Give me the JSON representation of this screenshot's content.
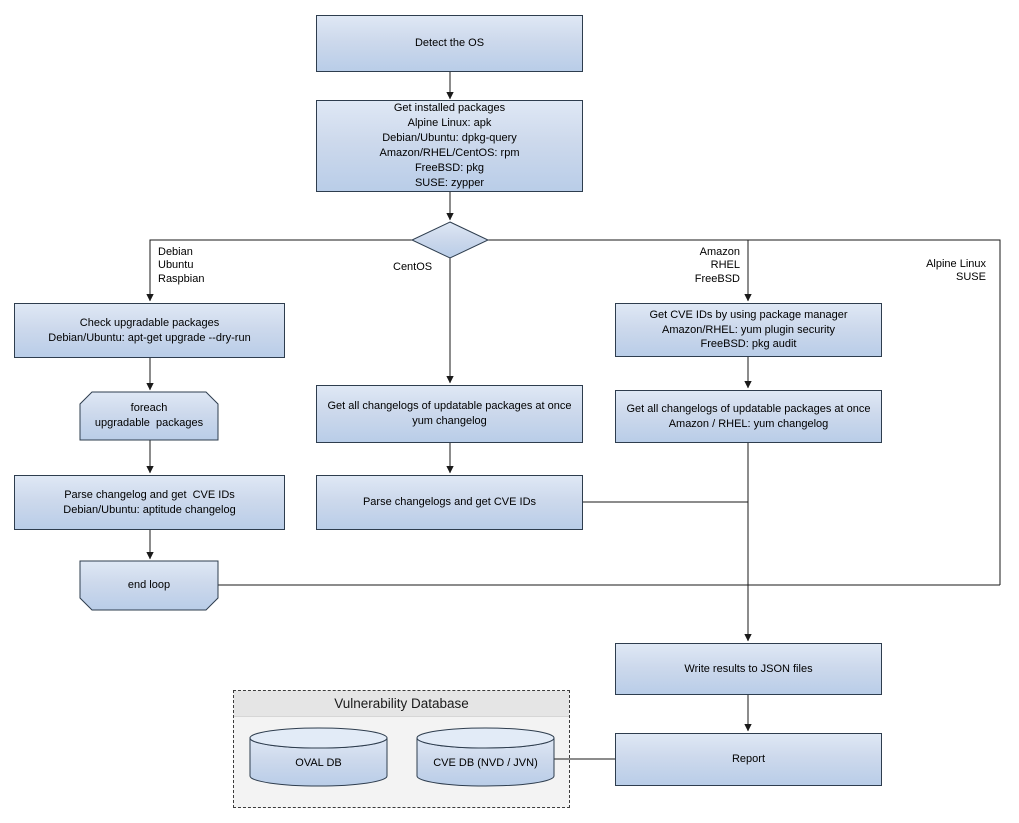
{
  "colors": {
    "node_fill_top": "#dfe8f5",
    "node_fill_bottom": "#b9cde8",
    "node_border": "#2e3d4e",
    "connector": "#1a1a1a",
    "group_header_fill": "#e5e5e5",
    "group_body_fill": "#f3f3f3"
  },
  "nodes": {
    "detect_os": "Detect the OS",
    "get_installed_packages": "Get installed packages\nAlpine Linux: apk\nDebian/Ubuntu: dpkg-query\nAmazon/RHEL/CentOS: rpm\nFreeBSD: pkg\nSUSE: zypper",
    "check_upgradable": "Check upgradable packages\nDebian/Ubuntu: apt-get upgrade --dry-run",
    "foreach_loop": "foreach\nupgradable  packages",
    "parse_changelog_deb": "Parse changelog and get  CVE IDs\nDebian/Ubuntu: aptitude changelog",
    "end_loop": "end loop",
    "centos_changelogs": "Get all changelogs of updatable packages at once\nyum changelog",
    "parse_changelogs_centos": "Parse changelogs and get CVE IDs",
    "get_cve_ids_pkg_mgr": "Get CVE IDs by using package manager\nAmazon/RHEL: yum plugin security\nFreeBSD: pkg audit",
    "amazon_changelogs": "Get all changelogs of updatable packages at once\nAmazon / RHEL: yum changelog",
    "write_json": "Write results to JSON files",
    "report": "Report",
    "oval_db": "OVAL DB",
    "cve_db": "CVE DB (NVD / JVN)"
  },
  "group": {
    "vulnerability_db_title": "Vulnerability Database"
  },
  "edge_labels": {
    "debian_branch": "Debian\nUbuntu\nRaspbian",
    "centos_branch": "CentOS",
    "amazon_branch": "Amazon\nRHEL\nFreeBSD",
    "alpine_branch": "Alpine Linux\nSUSE"
  }
}
